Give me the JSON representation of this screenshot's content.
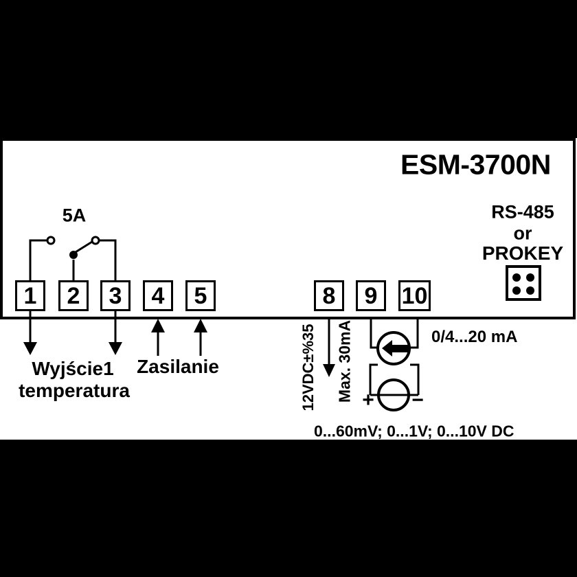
{
  "device": {
    "model": "ESM-3700N"
  },
  "comm": {
    "primary": "RS-485",
    "conjunction": "or",
    "alternative": "PROKEY"
  },
  "relay": {
    "rating": "5A"
  },
  "terminals": [
    "1",
    "2",
    "3",
    "4",
    "5",
    "8",
    "9",
    "10"
  ],
  "labels": {
    "output1_line1": "Wyjście1",
    "output1_line2": "temperatura",
    "power": "Zasilanie",
    "supply": "12VDC±%35",
    "supply_max": "Max. 30mA",
    "current_range": "0/4...20 mA",
    "voltage_range": "0...60mV; 0...1V; 0...10V DC",
    "polarity_plus": "+",
    "polarity_minus": "−"
  },
  "icons": {
    "relay-contact-icon": "spst-switch-symbol",
    "arrow-down-icon": "filled-triangle-down",
    "arrow-up-icon": "filled-triangle-up",
    "current-source-icon": "circle-with-left-arrow",
    "voltage-source-icon": "circle-with-through-line",
    "prokey-connector-icon": "square-with-4-dots"
  },
  "colors": {
    "background": "#000000",
    "panel": "#ffffff",
    "ink": "#000000"
  }
}
